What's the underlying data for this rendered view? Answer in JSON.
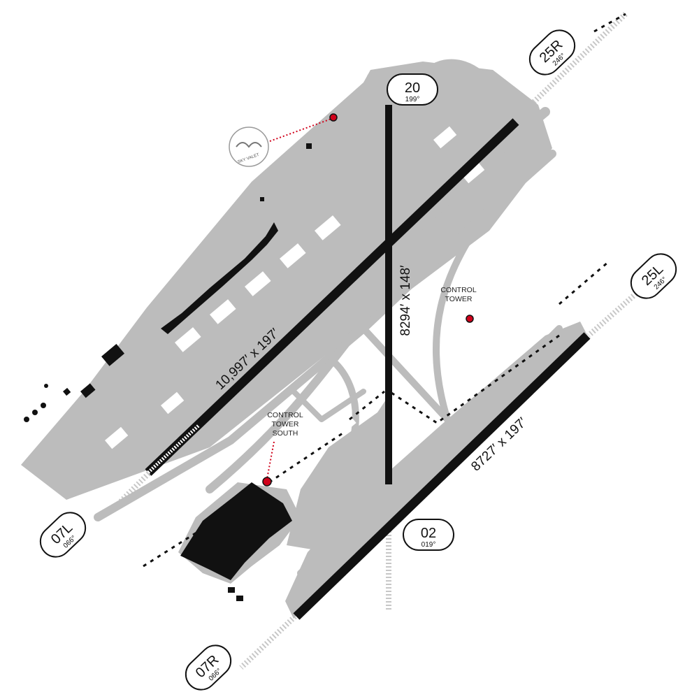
{
  "map": {
    "runway_end_labels": [
      {
        "id": "20",
        "heading": "199°"
      },
      {
        "id": "25R",
        "heading": "246°"
      },
      {
        "id": "25L",
        "heading": "246°"
      },
      {
        "id": "02",
        "heading": "019°"
      },
      {
        "id": "07L",
        "heading": "066°"
      },
      {
        "id": "07R",
        "heading": "066°"
      }
    ],
    "runway_dimensions": {
      "main_diagonal": "10,997′ x 197′",
      "crosswind": "8294′ x 148′",
      "south_parallel": "8727′ x 197′"
    },
    "control_tower": [
      "CONTROL",
      "TOWER"
    ],
    "control_tower_south": [
      "CONTROL",
      "TOWER",
      "SOUTH"
    ],
    "logo": {
      "name": "skyvalet-logo",
      "text": "SKY VALET"
    },
    "colors": {
      "runway": "#111111",
      "taxiway": "#bcbcbc",
      "tower_marker": "#d0021b"
    }
  }
}
